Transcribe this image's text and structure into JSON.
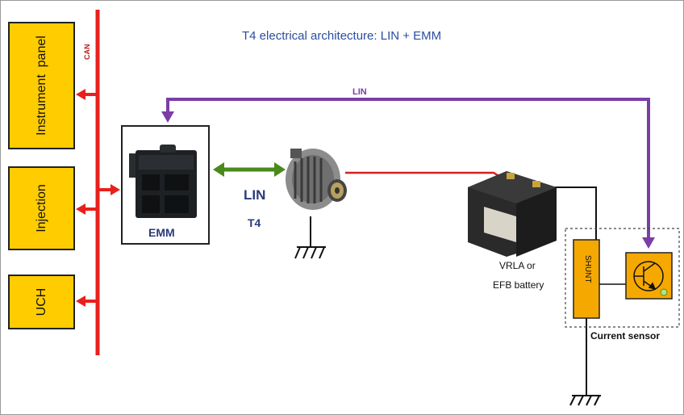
{
  "title": "T4 electrical architecture: LIN + EMM",
  "can_label": "CAN",
  "lin_top_label": "LIN",
  "ecus": [
    {
      "label": "Instrument  panel"
    },
    {
      "label": "Injection"
    },
    {
      "label": "UCH"
    }
  ],
  "emm": {
    "label": "EMM"
  },
  "link": {
    "protocol": "LIN",
    "variant": "T4"
  },
  "battery": {
    "line1": "VRLA or",
    "line2": "EFB battery"
  },
  "shunt_label": "SHUNT",
  "current_sensor_label": "Current sensor",
  "colors": {
    "can_bus": "#e8201c",
    "lin_bus": "#7b3ea6",
    "lin_link": "#4a8a1c",
    "box_fill": "#ffcc00",
    "title": "#2a4ea0"
  }
}
